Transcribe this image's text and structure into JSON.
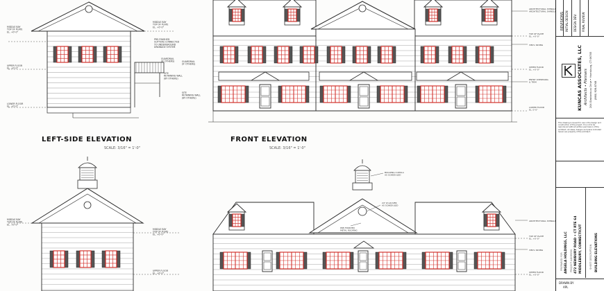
{
  "views": {
    "left_side": {
      "title": "LEFT-SIDE ELEVATION",
      "scale": "SCALE: 3/16\" = 1'-0\""
    },
    "front": {
      "title": "FRONT ELEVATION",
      "scale": "SCALE: 3/16\" = 1'-0\""
    }
  },
  "notes": {
    "left_top": [
      "MIDDLE BAY",
      "TOP OF PLATE",
      "EL. +0'-0\""
    ],
    "left_upper": [
      "UPPER FLOOR",
      "EL. +0'-0\""
    ],
    "left_lower": [
      "LOWER FLOOR",
      "EL. +0'-0\""
    ],
    "guardrail": [
      "GUARDRAIL",
      "(IF OTHERS)"
    ],
    "retaining": [
      "SITE",
      "RETAINING WALL",
      "(BY OTHERS)"
    ],
    "architectural_shingles": [
      "ARCHITECTURAL SHINGLES",
      "ARCHITECTURAL SHINGLES"
    ],
    "vinyl_siding": "VINYL SIDING",
    "top_of_plate": [
      "TOP OF PLATE",
      "EL. +0'-0\""
    ],
    "upper_floor": [
      "UPPER FLOOR",
      "EL. +0'-0\""
    ],
    "entry_overhang": [
      "ENTRY OVERHANG",
      "& TRIM"
    ],
    "lower_floor": [
      "LOWER FLOOR",
      "EL. 0'-0\""
    ],
    "cupola": [
      "BUILDING CUPOLA",
      "AS SCHEDULED"
    ],
    "louver": [
      "24\" Ø LOUVER",
      "AS SCHEDULED"
    ],
    "metal_roof": [
      "PRE-FINISHED",
      "METAL ROOFING"
    ],
    "arch_shingles_b": "ARCHITECTURAL SHINGLES",
    "pre_finished": [
      "PRE-FINISHED",
      "GUTTERS CONNECTED",
      "TO UNDERGROUND",
      "DRAINAGE SYSTEM"
    ]
  },
  "title_block": {
    "revisions_label": "REVISIONS",
    "rev_rows": [
      "INITIAL DESIGN",
      "DESIGN DEV.",
      "FINAL REVIEW"
    ],
    "firm_name": "KUNCAS ASSOCIATES, LLC",
    "firm_sub": "Architects • Planners",
    "firm_addr": "204 Glastonbury Drive • Harrisburg, CT 06705",
    "firm_phone": "(860) 928-8748",
    "copyright": "This drawing is issued for use in the design and construction of the project. It is not to be reproduced without written permission of the architect. All ideas, designs and plans indicated herein are property of the architect.",
    "prepared_for": "PREPARED FOR",
    "client": "ANGELA HOLDINGS, LLC",
    "project_label": "PROJECT ADDRESS",
    "project_addr": "472 NEWBURY ROAD • CT RTE 64",
    "project_town": "MIDDLEBURY, CONNECTICUT",
    "sheet_label": "SHEET DESCRIPTION",
    "sheet_desc": "BUILDING ELEVATIONS",
    "drawn_by": "DRAWN BY",
    "drawn_val": "APL"
  }
}
